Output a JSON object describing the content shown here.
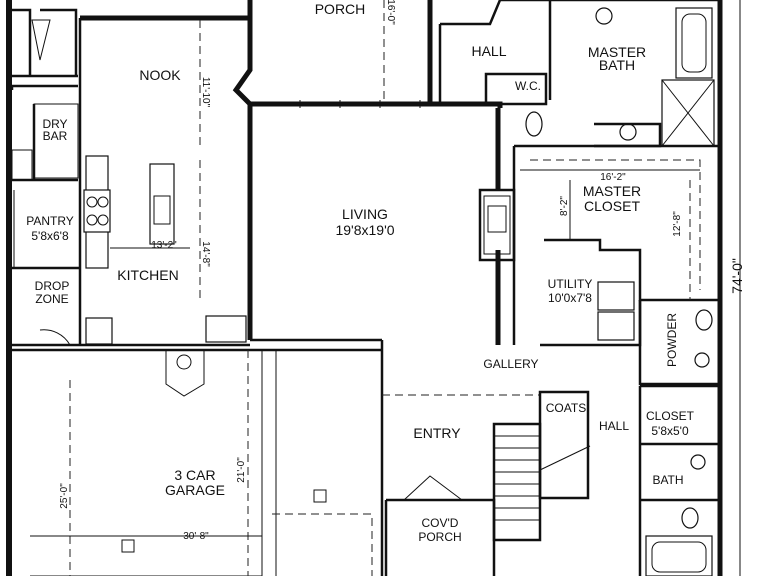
{
  "rooms": {
    "porch": "PORCH",
    "nook": "NOOK",
    "hall_top": "HALL",
    "master_bath_1": "MASTER",
    "master_bath_2": "BATH",
    "wc": "W.C.",
    "dry_bar_1": "DRY",
    "dry_bar_2": "BAR",
    "pantry": "PANTRY",
    "pantry_size": "5'8x6'8",
    "living": "LIVING",
    "living_size": "19'8x19'0",
    "master_closet_1": "MASTER",
    "master_closet_2": "CLOSET",
    "kitchen": "KITCHEN",
    "utility": "UTILITY",
    "utility_size": "10'0x7'8",
    "drop_zone_1": "DROP",
    "drop_zone_2": "ZONE",
    "powder": "POWDER",
    "gallery": "GALLERY",
    "coats": "COATS",
    "entry": "ENTRY",
    "hall_mid": "HALL",
    "closet": "CLOSET",
    "closet_size": "5'8x5'0",
    "garage_1": "3 CAR",
    "garage_2": "GARAGE",
    "bath": "BATH",
    "covd_porch_1": "COV'D",
    "covd_porch_2": "PORCH"
  },
  "dimensions": {
    "nook_depth": "11'-10\"",
    "porch_depth": "16'-0\"",
    "kitchen_width": "13'-2\"",
    "kitchen_depth": "14'-8\"",
    "master_closet_width": "16'-2\"",
    "master_closet_depth": "8'-2\"",
    "master_closet_depth2": "12'-8\"",
    "overall_depth": "74'-0\"",
    "garage_depth_a": "25'-0\"",
    "garage_depth_b": "21'-0\"",
    "garage_width": "30'-8\""
  }
}
